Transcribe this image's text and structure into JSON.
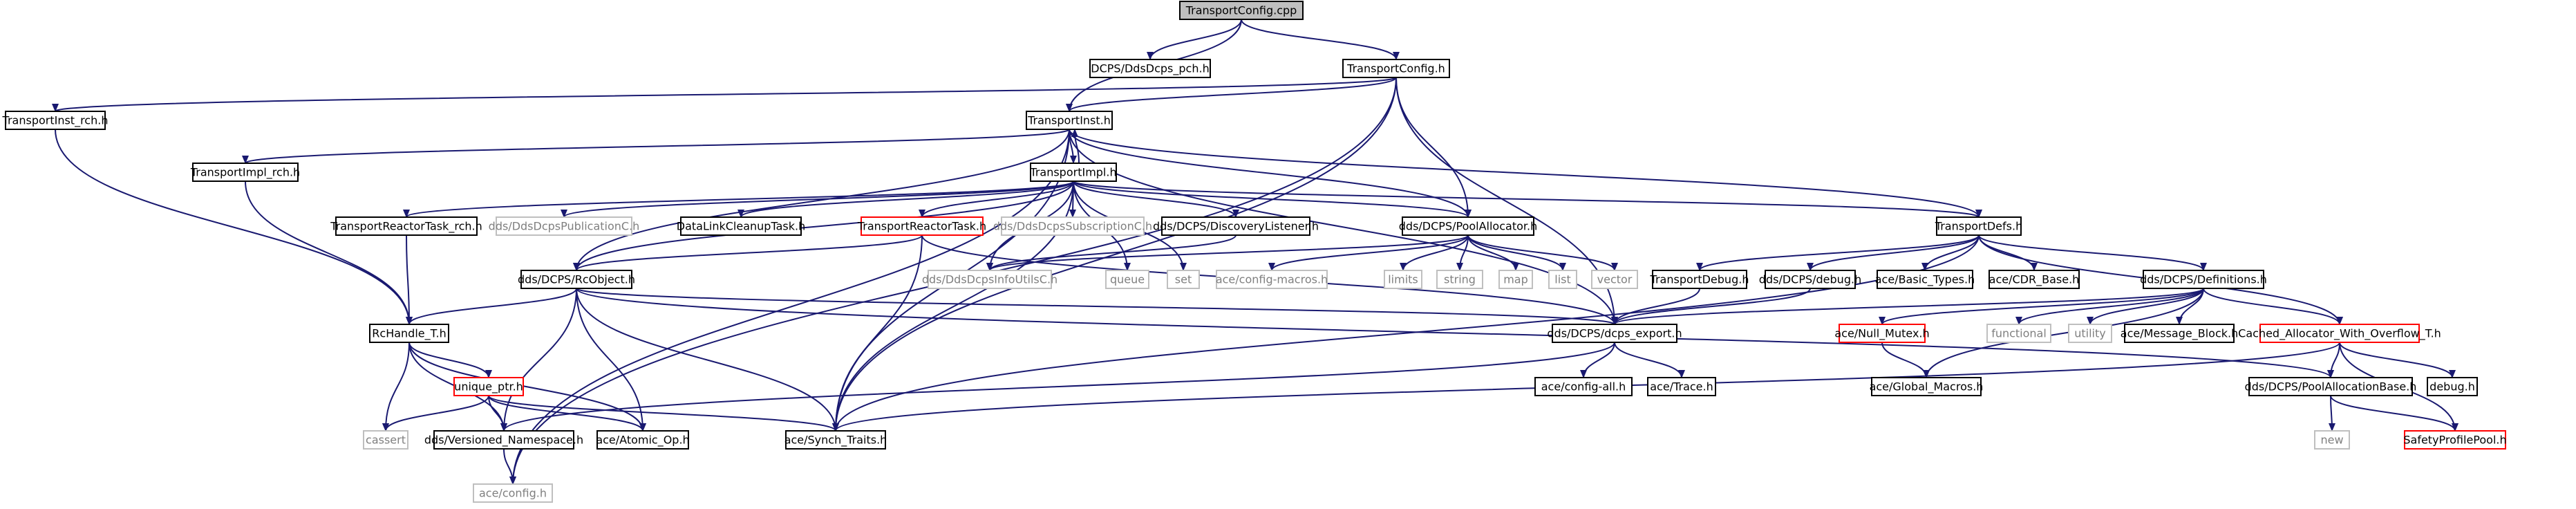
{
  "colors": {
    "black": "#000000",
    "red": "#ff0000",
    "gray": "#bfbfbf",
    "root_fill": "#bfbfbf",
    "edge": "#191970",
    "text": "#000000",
    "gray_text": "#7f7f7f"
  },
  "nodes": [
    {
      "id": "n0",
      "label": "TransportConfig.cpp",
      "border": "root"
    },
    {
      "id": "n1",
      "label": "DCPS/DdsDcps_pch.h",
      "border": "black"
    },
    {
      "id": "n2",
      "label": "TransportConfig.h",
      "border": "black"
    },
    {
      "id": "n3",
      "label": "TransportInst_rch.h",
      "border": "black"
    },
    {
      "id": "n4",
      "label": "TransportInst.h",
      "border": "black"
    },
    {
      "id": "n5",
      "label": "TransportImpl_rch.h",
      "border": "black"
    },
    {
      "id": "n6",
      "label": "TransportImpl.h",
      "border": "black"
    },
    {
      "id": "n7",
      "label": "TransportReactorTask_rch.h",
      "border": "black"
    },
    {
      "id": "n8",
      "label": "dds/DdsDcpsPublicationC.h",
      "border": "gray"
    },
    {
      "id": "n9",
      "label": "DataLinkCleanupTask.h",
      "border": "black"
    },
    {
      "id": "n10",
      "label": "TransportReactorTask.h",
      "border": "red"
    },
    {
      "id": "n11",
      "label": "dds/DdsDcpsSubscriptionC.h",
      "border": "gray"
    },
    {
      "id": "n12",
      "label": "dds/DCPS/DiscoveryListener.h",
      "border": "black"
    },
    {
      "id": "n13",
      "label": "dds/DCPS/PoolAllocator.h",
      "border": "black"
    },
    {
      "id": "n14",
      "label": "TransportDefs.h",
      "border": "black"
    },
    {
      "id": "n15",
      "label": "dds/DCPS/RcObject.h",
      "border": "black"
    },
    {
      "id": "n16",
      "label": "dds/DdsDcpsInfoUtilsC.h",
      "border": "gray"
    },
    {
      "id": "n17",
      "label": "queue",
      "border": "gray"
    },
    {
      "id": "n18",
      "label": "set",
      "border": "gray"
    },
    {
      "id": "n19",
      "label": "ace/config-macros.h",
      "border": "gray"
    },
    {
      "id": "n20",
      "label": "limits",
      "border": "gray"
    },
    {
      "id": "n21",
      "label": "string",
      "border": "gray"
    },
    {
      "id": "n22",
      "label": "map",
      "border": "gray"
    },
    {
      "id": "n23",
      "label": "list",
      "border": "gray"
    },
    {
      "id": "n24",
      "label": "vector",
      "border": "gray"
    },
    {
      "id": "n25",
      "label": "TransportDebug.h",
      "border": "black"
    },
    {
      "id": "n26",
      "label": "dds/DCPS/debug.h",
      "border": "black"
    },
    {
      "id": "n27",
      "label": "ace/Basic_Types.h",
      "border": "black"
    },
    {
      "id": "n28",
      "label": "ace/CDR_Base.h",
      "border": "black"
    },
    {
      "id": "n29",
      "label": "dds/DCPS/Definitions.h",
      "border": "black"
    },
    {
      "id": "n30",
      "label": "RcHandle_T.h",
      "border": "black"
    },
    {
      "id": "n31",
      "label": "dds/DCPS/dcps_export.h",
      "border": "black"
    },
    {
      "id": "n32",
      "label": "ace/Null_Mutex.h",
      "border": "red"
    },
    {
      "id": "n33",
      "label": "functional",
      "border": "gray"
    },
    {
      "id": "n34",
      "label": "utility",
      "border": "gray"
    },
    {
      "id": "n35",
      "label": "ace/Message_Block.h",
      "border": "black"
    },
    {
      "id": "n36",
      "label": "Cached_Allocator_With_Overflow_T.h",
      "border": "red"
    },
    {
      "id": "n37",
      "label": "unique_ptr.h",
      "border": "red"
    },
    {
      "id": "n38",
      "label": "ace/config-all.h",
      "border": "black"
    },
    {
      "id": "n39",
      "label": "ace/Trace.h",
      "border": "black"
    },
    {
      "id": "n40",
      "label": "ace/Global_Macros.h",
      "border": "black"
    },
    {
      "id": "n41",
      "label": "dds/DCPS/PoolAllocationBase.h",
      "border": "black"
    },
    {
      "id": "n42",
      "label": "debug.h",
      "border": "black"
    },
    {
      "id": "n43",
      "label": "cassert",
      "border": "gray"
    },
    {
      "id": "n44",
      "label": "dds/Versioned_Namespace.h",
      "border": "black"
    },
    {
      "id": "n45",
      "label": "ace/Atomic_Op.h",
      "border": "black"
    },
    {
      "id": "n46",
      "label": "ace/Synch_Traits.h",
      "border": "black"
    },
    {
      "id": "n47",
      "label": "new",
      "border": "gray"
    },
    {
      "id": "n48",
      "label": "SafetyProfilePool.h",
      "border": "red"
    },
    {
      "id": "n49",
      "label": "ace/config.h",
      "border": "gray"
    }
  ]
}
